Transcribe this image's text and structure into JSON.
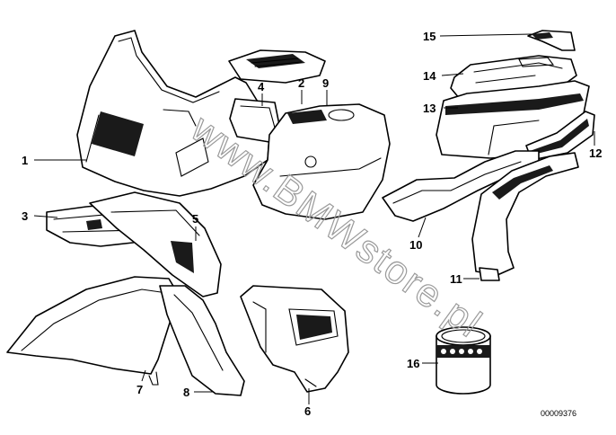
{
  "diagram": {
    "callouts": [
      {
        "id": "1",
        "label": "1"
      },
      {
        "id": "2",
        "label": "2"
      },
      {
        "id": "3",
        "label": "3"
      },
      {
        "id": "4",
        "label": "4"
      },
      {
        "id": "5",
        "label": "5"
      },
      {
        "id": "6",
        "label": "6"
      },
      {
        "id": "7",
        "label": "7"
      },
      {
        "id": "8",
        "label": "8"
      },
      {
        "id": "9",
        "label": "9"
      },
      {
        "id": "10",
        "label": "10"
      },
      {
        "id": "11",
        "label": "11"
      },
      {
        "id": "12",
        "label": "12"
      },
      {
        "id": "13",
        "label": "13"
      },
      {
        "id": "14",
        "label": "14"
      },
      {
        "id": "15",
        "label": "15"
      },
      {
        "id": "16",
        "label": "16"
      }
    ],
    "drawing_number": "00009376",
    "watermark": "www.BMWstore.pl"
  }
}
